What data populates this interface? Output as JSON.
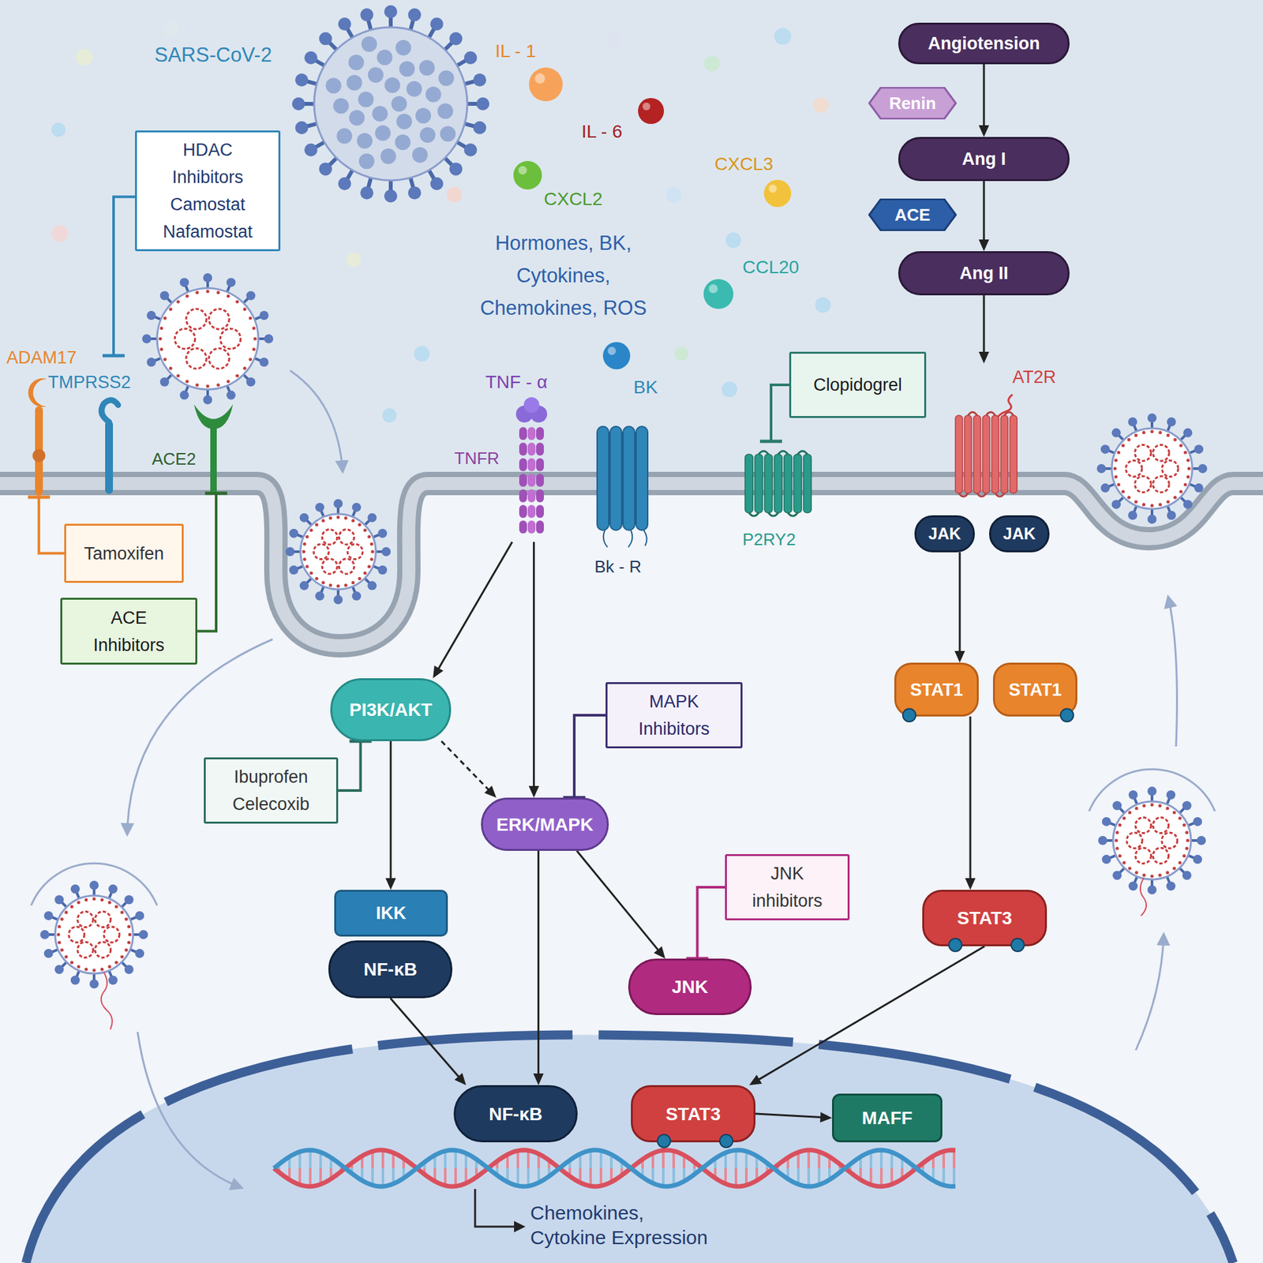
{
  "diagram": {
    "nodes": [
      {
        "text": [
          "HDAC Inhibitors Camostat Nafamostat"
        ]
      },
      {
        "text": [
          "Angiotension"
        ]
      },
      {
        "text": [
          "Renin"
        ]
      },
      {
        "text": [
          "Ang I"
        ]
      },
      {
        "text": [
          "ACE"
        ]
      },
      {
        "text": [
          "Ang II"
        ]
      },
      {
        "text": [
          "ADAM17"
        ]
      },
      {
        "text": [
          "TMPRSS2"
        ]
      },
      {
        "text": [
          "ACE2"
        ]
      },
      {
        "text": [
          "TNFR"
        ]
      },
      {
        "text": [
          "Bk - R"
        ]
      },
      {
        "text": [
          "Clopidogrel"
        ]
      },
      {
        "text": [
          "P2RY2"
        ]
      },
      {
        "text": [
          "AT2R"
        ]
      },
      {
        "text": [
          "Tamoxifen"
        ]
      },
      {
        "text": [
          "ACE Inhibitors"
        ]
      },
      {
        "text": [
          "JAK"
        ]
      },
      {
        "text": [
          "JAK"
        ]
      },
      {
        "text": [
          "PI3K/AKT"
        ]
      },
      {
        "text": [
          "MAPK Inhibitors"
        ]
      },
      {
        "text": [
          "STAT1"
        ]
      },
      {
        "text": [
          "STAT1"
        ]
      },
      {
        "text": [
          "Ibuprofen Celecoxib"
        ]
      },
      {
        "text": [
          "ERK/MAPK"
        ]
      },
      {
        "text": [
          "IKK"
        ]
      },
      {
        "text": [
          "NF-κB"
        ]
      },
      {
        "text": [
          "JNK inhibitors"
        ]
      },
      {
        "text": [
          "JNK"
        ]
      },
      {
        "text": [
          "STAT3"
        ]
      },
      {
        "text": [
          "NF-κB"
        ]
      },
      {
        "text": [
          "STAT3"
        ]
      },
      {
        "text": [
          "MAFF"
        ]
      }
    ],
    "edges": [
      {
        "from": 1,
        "to": 3,
        "arrow": "to"
      },
      {
        "from": 3,
        "to": 5,
        "arrow": "to"
      },
      {
        "from": 5,
        "to": 13,
        "arrow": "to"
      },
      {
        "from": 16,
        "to": 20,
        "arrow": "to"
      },
      {
        "from": 20,
        "to": 28,
        "arrow": "to"
      },
      {
        "from": 28,
        "to": 30,
        "arrow": "to"
      },
      {
        "from": 30,
        "to": 31,
        "arrow": "to"
      },
      {
        "from": 9,
        "to": 18,
        "arrow": "to"
      },
      {
        "from": 9,
        "to": 23,
        "arrow": "to"
      },
      {
        "from": 18,
        "to": 23,
        "arrow": "to"
      },
      {
        "from": 18,
        "to": 24,
        "arrow": "to"
      },
      {
        "from": 25,
        "to": 29,
        "arrow": "to"
      },
      {
        "from": 23,
        "to": 29,
        "arrow": "to"
      },
      {
        "from": 23,
        "to": 27,
        "arrow": "to"
      },
      {
        "from": 0,
        "to": 7,
        "arrow": "to"
      },
      {
        "from": 14,
        "to": 6,
        "arrow": "to"
      },
      {
        "from": 15,
        "to": 8,
        "arrow": "to"
      },
      {
        "from": 11,
        "to": 12,
        "arrow": "to"
      },
      {
        "from": 22,
        "to": 18,
        "arrow": "to"
      },
      {
        "from": 19,
        "to": 23,
        "arrow": "to"
      },
      {
        "from": 26,
        "to": 27,
        "arrow": "to"
      }
    ],
    "labels": [
      "SARS-CoV-2",
      "IL - 1",
      "IL - 6",
      "CXCL3",
      "CXCL2",
      "Hormones, BK, Cytokines, Chemokines, ROS",
      "CCL20",
      "TNF - α",
      "BK",
      "Chemokines, Cytokine Expression"
    ]
  }
}
